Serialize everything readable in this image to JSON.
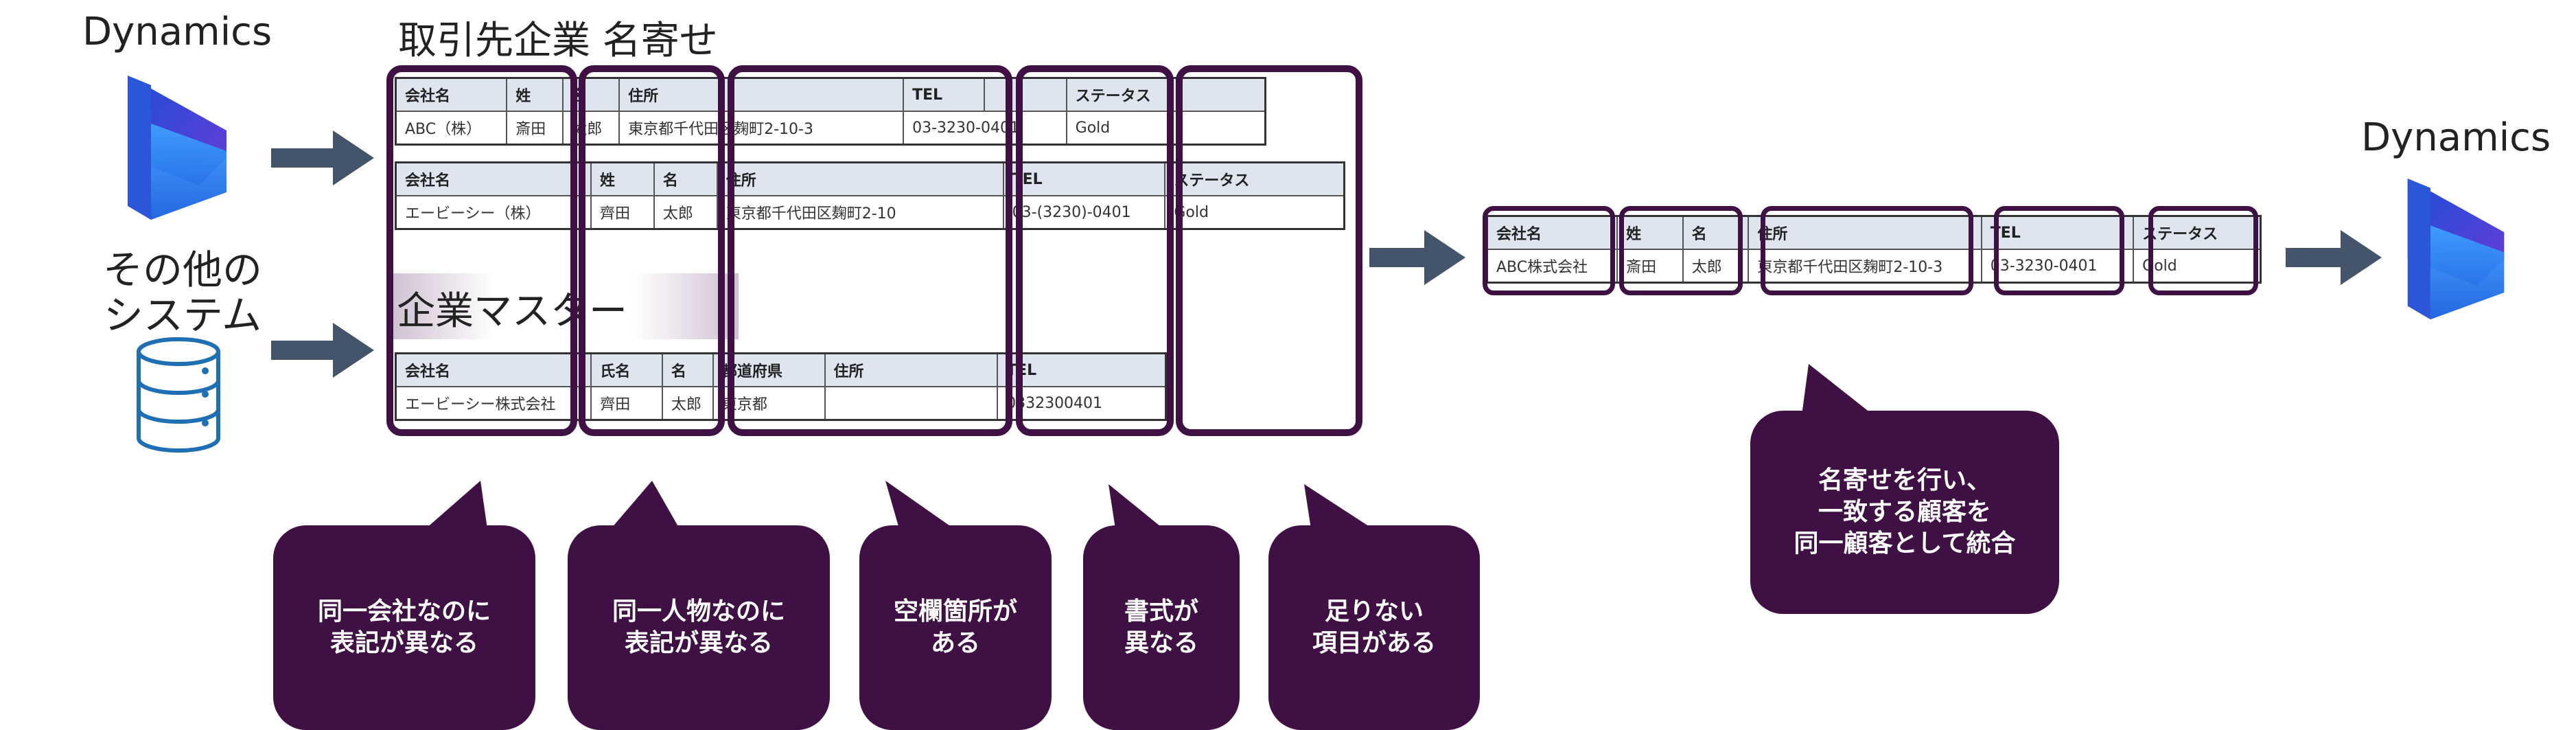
{
  "titles": {
    "dynamics_left": "Dynamics",
    "dynamics_right": "Dynamics",
    "other_system": "その他の\nシステム",
    "merge_title": "取引先企業 名寄せ",
    "master_label": "企業マスター"
  },
  "table1": {
    "headers": [
      "会社名",
      "姓",
      "名",
      "住所",
      "TEL",
      "ステータス"
    ],
    "row": [
      "ABC（株）",
      "斎田",
      "太郎",
      "東京都千代田区麹町2-10-3",
      "03-3230-0401",
      "Gold"
    ]
  },
  "table2": {
    "headers": [
      "会社名",
      "姓",
      "名",
      "住所",
      "TEL",
      "ステータス"
    ],
    "row": [
      "エービーシー（株）",
      "齊田",
      "太郎",
      "東京都千代田区麹町2-10",
      "03-(3230)-0401",
      "Gold"
    ]
  },
  "table3": {
    "headers": [
      "会社名",
      "氏名",
      "名",
      "都道府県",
      "住所",
      "TEL"
    ],
    "row": [
      "エービーシー株式会社",
      "齊田",
      "太郎",
      "東京都",
      "",
      "0332300401"
    ]
  },
  "result_table": {
    "headers": [
      "会社名",
      "姓",
      "名",
      "住所",
      "TEL",
      "ステータス"
    ],
    "row": [
      "ABC株式会社",
      "斎田",
      "太郎",
      "東京都千代田区麹町2-10-3",
      "03-3230-0401",
      "Gold"
    ]
  },
  "bubbles": {
    "b1": "同一会社なのに\n表記が異なる",
    "b2": "同一人物なのに\n表記が異なる",
    "b3": "空欄箇所が\nある",
    "b4": "書式が\n異なる",
    "b5": "足りない\n項目がある",
    "b6": "名寄せを行い、\n一致する顧客を\n同一顧客として統合"
  },
  "colors": {
    "accent": "#3f1043",
    "arrow": "#44546a",
    "header_bg": "#dfe5ee",
    "db_icon": "#1f6fb5"
  },
  "icons": [
    "dynamics-logo-icon",
    "database-icon",
    "arrow-right-icon"
  ]
}
